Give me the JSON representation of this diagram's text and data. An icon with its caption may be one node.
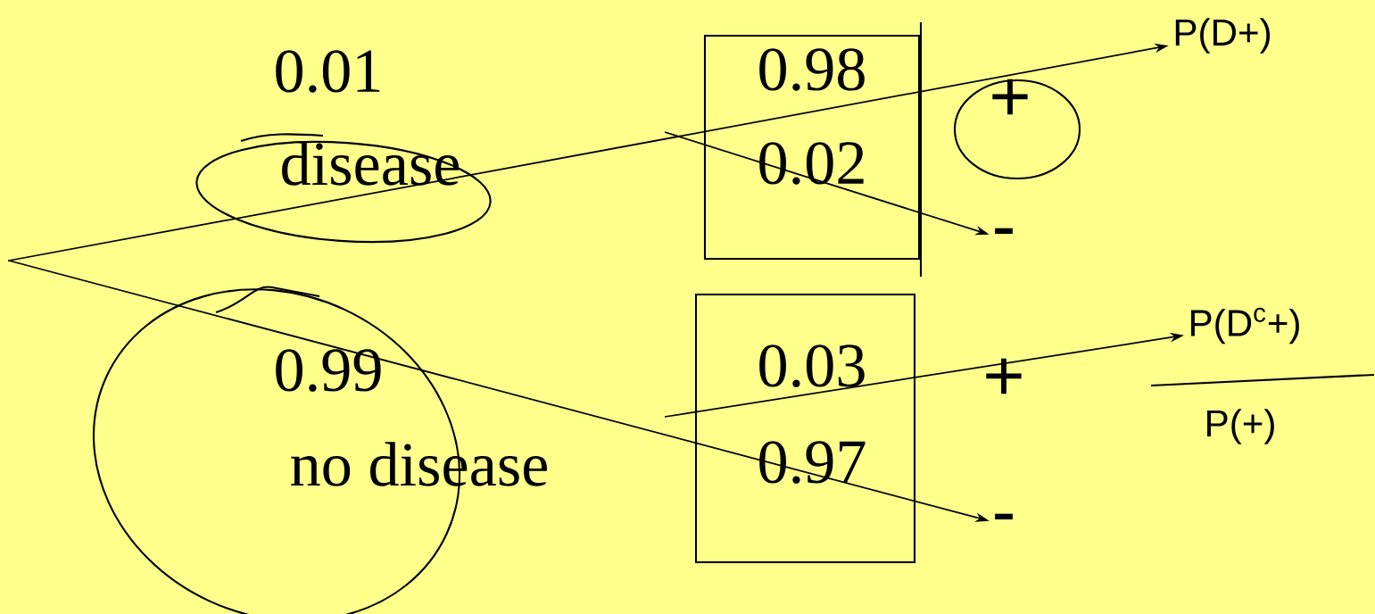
{
  "diagram": {
    "nodes": [
      {
        "text": [],
        "shape": "dot"
      },
      {
        "text": [
          "+"
        ]
      },
      {
        "text": [
          "-"
        ]
      },
      {
        "text": [
          "P(D+)"
        ]
      },
      {
        "text": [
          "+"
        ]
      },
      {
        "text": [
          "-"
        ]
      },
      {
        "text": [
          "P(D$^{c}$+)"
        ]
      },
      {
        "text": [
          "P(+)"
        ]
      }
    ],
    "edges": [
      {
        "from": 0,
        "to": 3,
        "arrow": "to"
      },
      {
        "from": 0,
        "to": 5,
        "arrow": "to"
      },
      {
        "from": null,
        "to": 2,
        "arrow": "to"
      },
      {
        "from": null,
        "to": 6,
        "arrow": "to"
      }
    ],
    "labels": [
      "0.01",
      "0.98",
      "disease",
      "0.02",
      "0.99",
      "0.03",
      "no disease",
      "0.97"
    ]
  }
}
